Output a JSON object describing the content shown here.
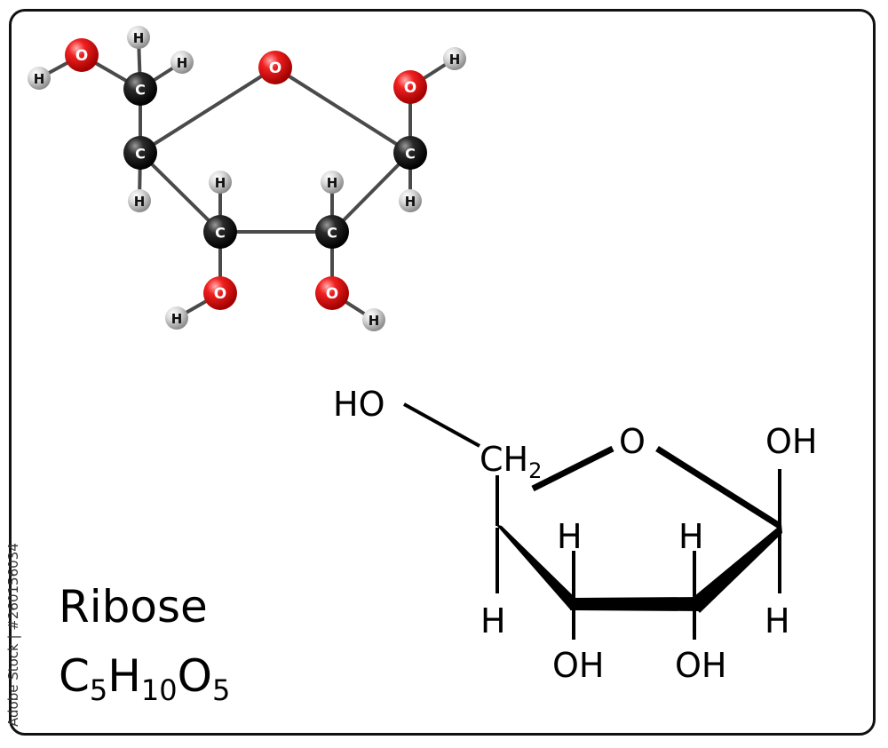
{
  "title": "Ribose",
  "formula": {
    "c": "C",
    "c_sub": "5",
    "h": "H",
    "h_sub": "10",
    "o": "O",
    "o_sub": "5"
  },
  "watermark_side": "Adobe Stock | #260156034",
  "ball_model": {
    "atom_colors": {
      "C": "#111111",
      "O": "#e8141a",
      "H": "#cfcfcf"
    },
    "labels": {
      "carbon": "C",
      "oxygen": "O",
      "hydrogen": "H"
    }
  },
  "haworth": {
    "ho_top": "HO",
    "ch2": "CH",
    "ch2_sub": "2",
    "ring_o": "O",
    "oh_right": "OH",
    "h_left": "H",
    "h_mid1": "H",
    "h_mid2": "H",
    "h_right": "H",
    "oh_bottom1": "OH",
    "oh_bottom2": "OH"
  }
}
